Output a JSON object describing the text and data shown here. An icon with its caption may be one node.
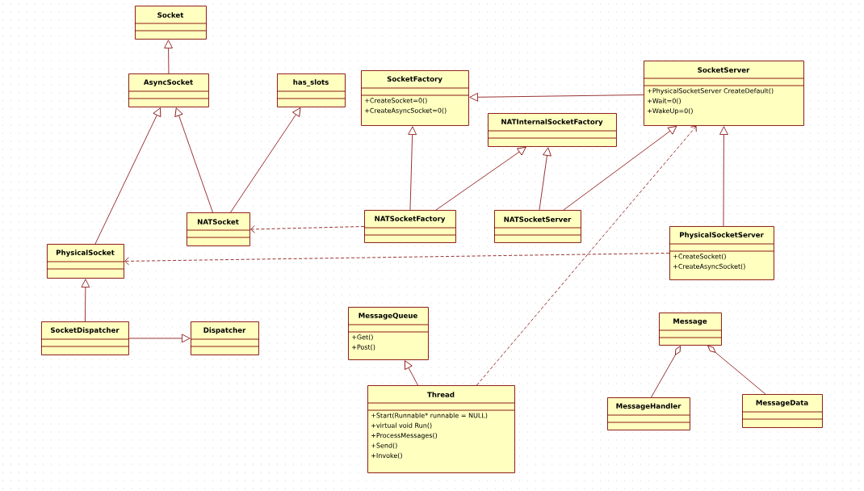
{
  "diagram": {
    "nodes": [
      {
        "text": [
          "Socket"
        ]
      },
      {
        "text": [
          "AsyncSocket"
        ]
      },
      {
        "text": [
          "has_slots"
        ]
      },
      {
        "text": [
          "SocketFactory",
          "+CreateSocket=0()",
          "+CreateAsyncSocket=0()"
        ]
      },
      {
        "text": [
          "SocketServer",
          "+PhysicalSocketServer CreateDefault()",
          "+Wait=0()",
          "+WakeUp=0()"
        ]
      },
      {
        "text": [
          "NATInternalSocketFactory"
        ]
      },
      {
        "text": [
          "NATSocket"
        ]
      },
      {
        "text": [
          "NATSocketFactory"
        ]
      },
      {
        "text": [
          "NATSocketServer"
        ]
      },
      {
        "text": [
          "PhysicalSocket"
        ]
      },
      {
        "text": [
          "PhysicalSocketServer",
          "+CreateSocket()",
          "+CreateAsyncSocket()"
        ]
      },
      {
        "text": [
          "SocketDispatcher"
        ]
      },
      {
        "text": [
          "Dispatcher"
        ]
      },
      {
        "text": [
          "MessageQueue",
          "+Get()",
          "+Post()"
        ]
      },
      {
        "text": [
          "Message"
        ]
      },
      {
        "text": [
          "Thread",
          "+Start(Runnable* runnable = NULL)",
          "+virtual void Run()",
          "+ProcessMessages()",
          "+Send()",
          "+Invoke()"
        ]
      },
      {
        "text": [
          "MessageHandler"
        ]
      },
      {
        "text": [
          "MessageData"
        ]
      }
    ],
    "edges": [
      {
        "from": 1,
        "to": 0,
        "arrow": "to"
      },
      {
        "from": 9,
        "to": 1,
        "arrow": "to"
      },
      {
        "from": 6,
        "to": 1,
        "arrow": "to"
      },
      {
        "from": 6,
        "to": 2,
        "arrow": "to"
      },
      {
        "from": 7,
        "to": 3,
        "arrow": "to"
      },
      {
        "from": 7,
        "to": 5,
        "arrow": "to"
      },
      {
        "from": 8,
        "to": 5,
        "arrow": "to"
      },
      {
        "from": 8,
        "to": 4,
        "arrow": "to"
      },
      {
        "from": 4,
        "to": 3,
        "arrow": "to"
      },
      {
        "from": 10,
        "to": 4,
        "arrow": "to"
      },
      {
        "from": 15,
        "to": 4,
        "arrow": "to",
        "style": "dashed"
      },
      {
        "from": 7,
        "to": 6,
        "arrow": "to",
        "style": "dashed"
      },
      {
        "from": 10,
        "to": 9,
        "arrow": "to",
        "style": "dashed"
      },
      {
        "from": 11,
        "to": 9,
        "arrow": "to"
      },
      {
        "from": 11,
        "to": 12,
        "arrow": "to"
      },
      {
        "from": 15,
        "to": 13,
        "arrow": "to"
      },
      {
        "from": 16,
        "to": 14,
        "arrow": "other"
      },
      {
        "from": 17,
        "to": 14,
        "arrow": "other"
      }
    ]
  }
}
